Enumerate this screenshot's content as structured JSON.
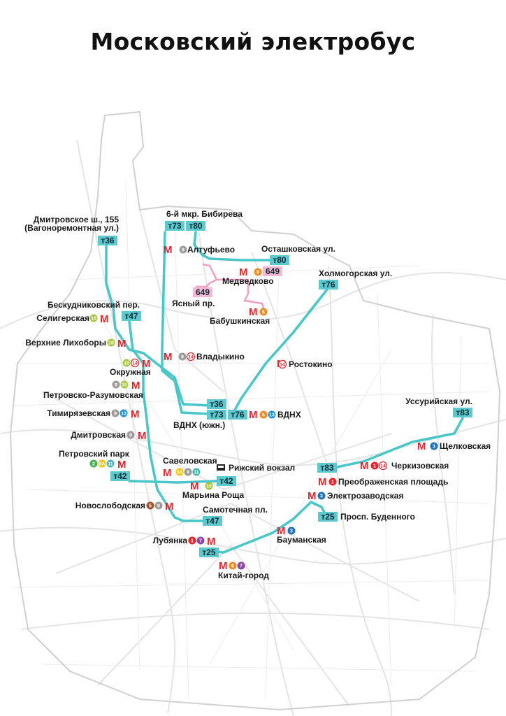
{
  "title": "Московский электробус",
  "colors": {
    "route": "#49c6c8",
    "route_box": "#5cc9cf",
    "route_649": "#ef9fc4",
    "route_649_box": "#f4b8d4",
    "metro_m": "#e4262d",
    "road": "#e3e3e3",
    "boundary": "#cfcfcf"
  },
  "terminals": {
    "dmitrovskoe": "Дмитровское ш., 155",
    "dmitrovskoe_sub": "(Вагоноремонтная ул.)",
    "bibirevo": "6-й мкр. Бибирева",
    "ostashkovskaya": "Осташковская ул.",
    "kholmogorskaya": "Холмогорская ул.",
    "beskudnikovsky": "Бескудниковский пер.",
    "yasny": "Ясный пр.",
    "vdnh_south": "ВДНХ (южн.)",
    "ussuriyskaya": "Уссурийская ул.",
    "samotechnaya": "Самотечная пл.",
    "budennogo": "Просп. Буденного",
    "rizhsky": "Рижский вокзал"
  },
  "stations": {
    "altufyevo": "Алтуфьево",
    "medvedkovo": "Медведково",
    "babushkinskaya": "Бабушкинская",
    "vladykino": "Владыкино",
    "rostokino": "Ростокино",
    "vdnh": "ВДНХ",
    "seligerskaya": "Селигерская",
    "verkhnie": "Верхние Лихоборы",
    "okruzhnaya": "Окружная",
    "petrovsko": "Петровско-Разумовская",
    "timiryazevskaya": "Тимирязевская",
    "dmitrovskaya": "Дмитровская",
    "petrovsky_park": "Петровский парк",
    "savelovskaya": "Савеловская",
    "maryina": "Марьина Роща",
    "novoslobodskaya": "Новослободская",
    "lubyanka": "Лубянка",
    "kitay": "Китай-город",
    "baumanskaya": "Бауманская",
    "elektrozavodskaya": "Электрозаводская",
    "preobrazhenskaya": "Преображенская площадь",
    "cherkizovskaya": "Черкизовская",
    "shchelkovskaya": "Щелковская"
  },
  "routes": {
    "t36": "т36",
    "t73": "т73",
    "t80": "т80",
    "t76": "т76",
    "t47": "т47",
    "t42": "т42",
    "t83": "т83",
    "t25": "т25",
    "r649": "649"
  },
  "lines": {
    "l2": {
      "num": "2",
      "color": "#4caf50"
    },
    "l3": {
      "num": "3",
      "color": "#1e73be"
    },
    "l5": {
      "num": "5",
      "color": "#a0522d"
    },
    "l6": {
      "num": "6",
      "color": "#f08a24"
    },
    "l7": {
      "num": "7",
      "color": "#8e44ad"
    },
    "l8a": {
      "num": "8А",
      "color": "#f5c400"
    },
    "l9": {
      "num": "9",
      "color": "#9b9b9b"
    },
    "l10": {
      "num": "10",
      "color": "#a4c639"
    },
    "l11": {
      "num": "11",
      "color": "#48b5b5"
    },
    "l13": {
      "num": "13",
      "color": "#1f8fd6"
    },
    "l1": {
      "num": "1",
      "color": "#e4262d"
    },
    "l14": {
      "num": "14",
      "color": "#ffffff",
      "text": "#e4262d"
    }
  },
  "metro_symbol": "M"
}
